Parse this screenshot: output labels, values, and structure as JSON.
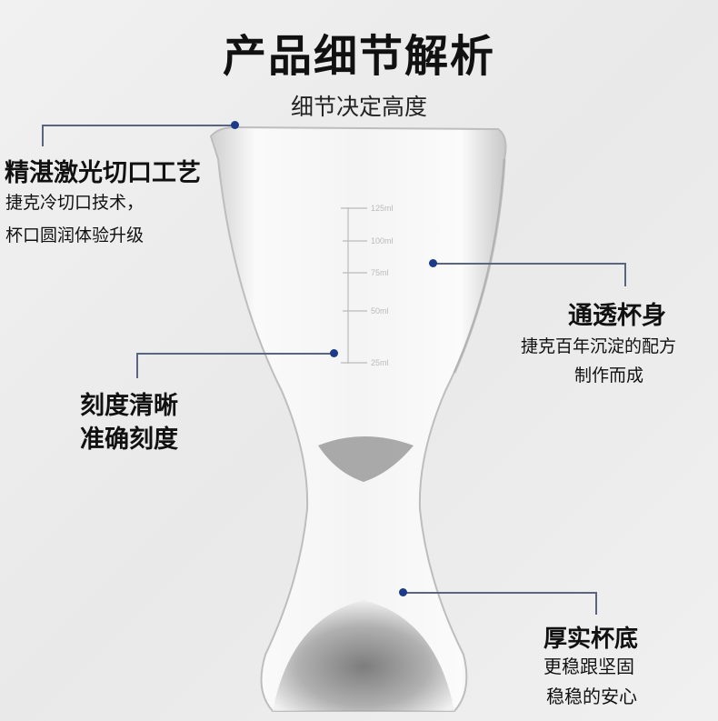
{
  "header": {
    "title": "产品细节解析",
    "subtitle": "细节决定高度"
  },
  "scale_marks": [
    "125ml",
    "100ml",
    "75ml",
    "50ml",
    "25ml"
  ],
  "callouts": [
    {
      "heading": "精湛激光切口工艺",
      "lines": [
        "捷克冷切口技术，",
        "杯口圆润体验升级"
      ]
    },
    {
      "heading": "通透杯身",
      "lines": [
        "捷克百年沉淀的配方",
        "制作而成"
      ]
    },
    {
      "heading": "刻度清晰",
      "lines": [
        "准确刻度"
      ]
    },
    {
      "heading": "厚实杯底",
      "lines": [
        "更稳跟坚固",
        "稳稳的安心"
      ]
    }
  ],
  "colors": {
    "accent_dot": "#1c3a8a",
    "leader_line": "#5a6580"
  }
}
